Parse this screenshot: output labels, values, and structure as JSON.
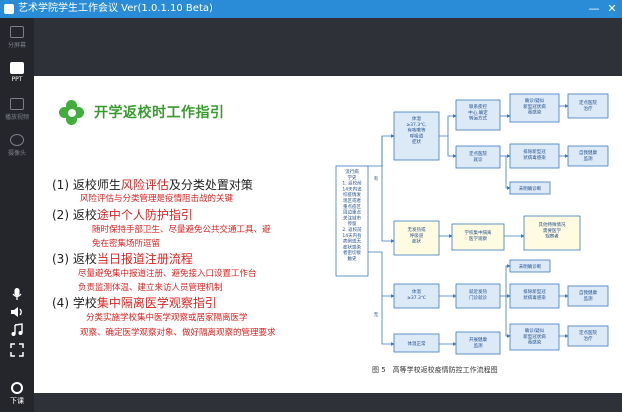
{
  "titlebar": {
    "title": "艺术学院学生工作会议 Ver(1.0.1.10 Beta)",
    "minimize": "—",
    "close": "✕"
  },
  "sidebar": {
    "items": [
      {
        "label": "分屏幕",
        "icon": "share-screen-icon"
      },
      {
        "label": "PPT",
        "icon": "ppt-icon"
      },
      {
        "label": "播放视频",
        "icon": "video-icon"
      },
      {
        "label": "摄像头",
        "icon": "camera-icon"
      }
    ],
    "tools": [
      "microphone-icon",
      "speaker-icon",
      "music-icon",
      "fullscreen-icon"
    ],
    "exit_label": "下课"
  },
  "slide": {
    "title": "开学返校时工作指引",
    "items": [
      {
        "num": "(1)",
        "pre": "返校师生",
        "hl": "风险评估",
        "post": "及分类处置对策",
        "subs": [
          "风险评估与分类管理是疫情阻击战的关键"
        ]
      },
      {
        "num": "(2)",
        "pre": "返校",
        "hl": "途中个人防护指引",
        "post": "",
        "subs": [
          "随时保持手部卫生、尽量避免公共交通工具、避",
          "免在密集场所逗留"
        ]
      },
      {
        "num": "(3)",
        "pre": "返校",
        "hl": "当日报道注册流程",
        "post": "",
        "subs": [
          "尽量避免集中报道注册、避免接入口设置工作台",
          "负责监测体温、建立来访人员管理机制"
        ]
      },
      {
        "num": "(4)",
        "pre": "学校",
        "hl": "集中隔离医学观察指引",
        "post": "",
        "subs": [
          "分类实施学校集中医学观察或居家隔离医学",
          "观察、确定医学观察对象、做好隔离观察的管理要求"
        ]
      }
    ]
  },
  "flowchart": {
    "caption": "图 5　高等学校返校疫情防控工作流程图",
    "start": [
      "流行病",
      "学史",
      "1. 返校前",
      "14天内追",
      "综疫情发",
      "现区或者",
      "重点疫区",
      "周边重点",
      "关注城市",
      "停留",
      "2. 返校前",
      "14天内有",
      "病例或无",
      "症状感染",
      "者密切接",
      "触史"
    ],
    "yes": "有",
    "no": "无",
    "fever1": [
      "体温",
      "≥37.3℃,",
      "有咳嗽等",
      "呼吸道",
      "症状"
    ],
    "fever2": [
      "体温",
      "≥37.3℃"
    ],
    "nosym": [
      "无发热或",
      "呼吸道",
      "症状"
    ],
    "normal": "体温正常",
    "contact": [
      "联系疾控",
      "中心,确定",
      "转运方式"
    ],
    "designated": [
      "定点医院",
      "就诊"
    ],
    "observe": [
      "学校集中隔离",
      "医学观察"
    ],
    "clinic": [
      "就近发热",
      "门诊就诊"
    ],
    "routine": [
      "开展健康",
      "监测"
    ],
    "confirmed": [
      "确诊/疑似",
      "新型冠状病",
      "毒感染"
    ],
    "excluded": [
      "排除新型冠",
      "状病毒感染"
    ],
    "undiag": "未明确诊断",
    "hospital": [
      "定点医院",
      "治疗"
    ],
    "selfcheck": [
      "自我健康",
      "监测"
    ],
    "special": [
      "其他特殊情况",
      "需要医学",
      "观察者"
    ]
  }
}
